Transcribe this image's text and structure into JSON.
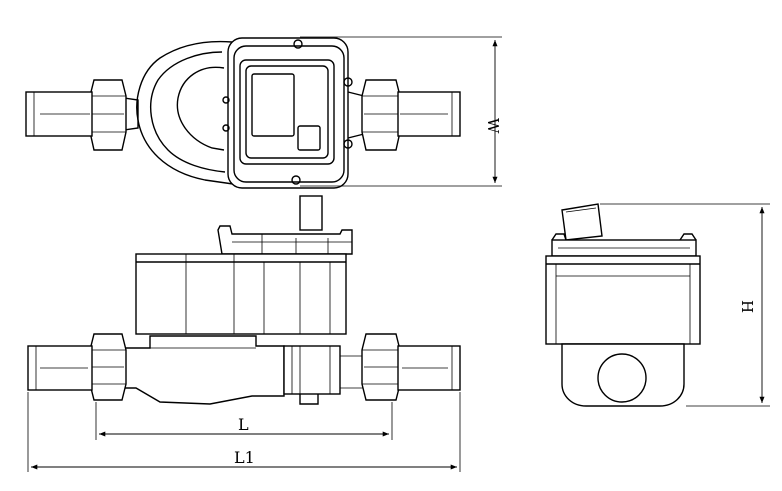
{
  "dimensions": {
    "w_label": "W",
    "h_label": "H",
    "l_label": "L",
    "l1_label": "L1"
  },
  "colors": {
    "line": "#000000",
    "background": "#ffffff"
  }
}
